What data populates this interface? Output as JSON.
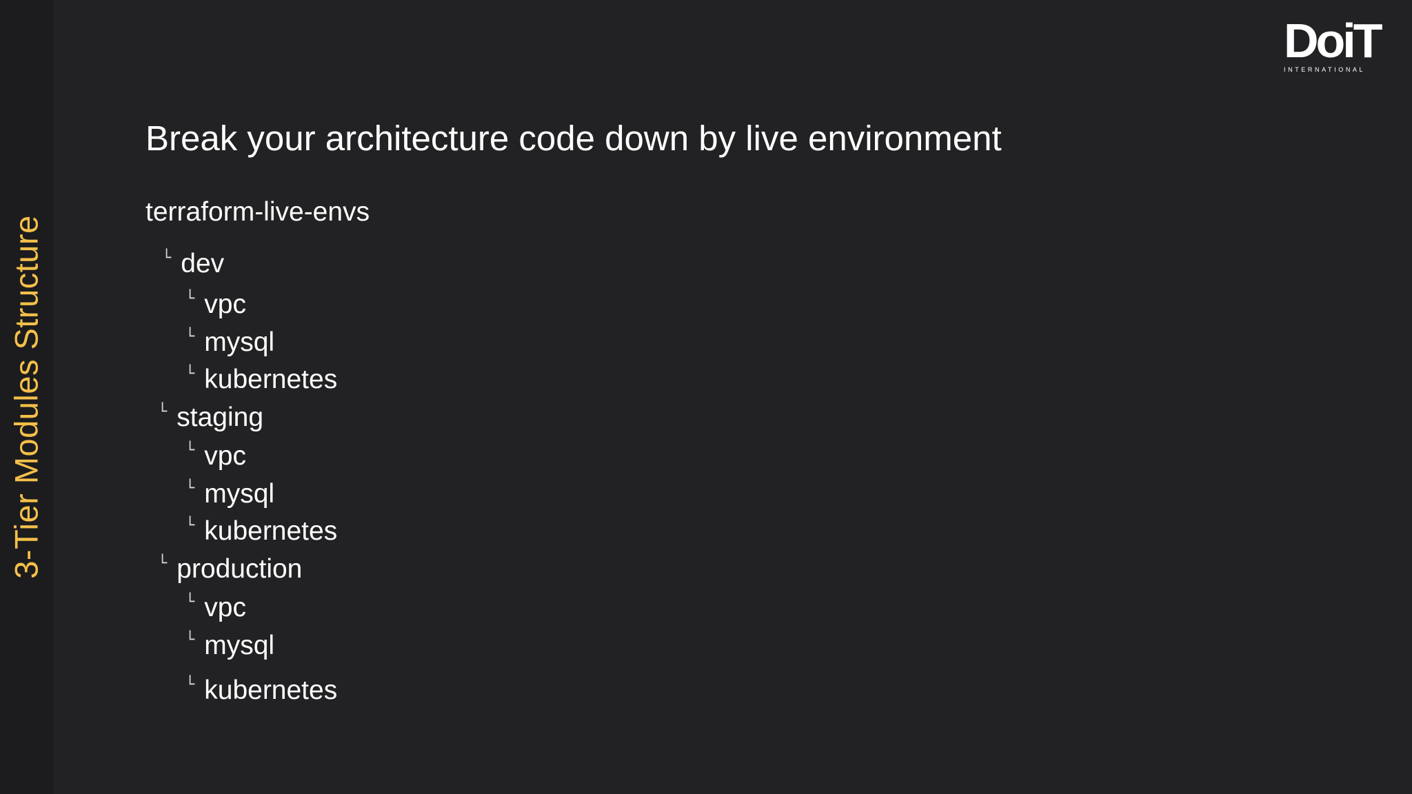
{
  "side_title": "3-Tier Modules Structure",
  "logo": {
    "mark": "DoiT",
    "subtitle": "INTERNATIONAL"
  },
  "heading": "Break your architecture code down by live environment",
  "tree": {
    "branch_glyph": "└",
    "root": "terraform-live-envs",
    "dev": {
      "label": "dev",
      "children": [
        "vpc",
        "mysql",
        "kubernetes"
      ]
    },
    "staging": {
      "label": "staging",
      "children": [
        "vpc",
        "mysql",
        "kubernetes"
      ]
    },
    "production": {
      "label": "production",
      "children": [
        "vpc",
        "mysql",
        "kubernetes"
      ]
    }
  },
  "colors": {
    "background": "#222224",
    "side_title": "#f4c04a",
    "text": "#ffffff"
  }
}
